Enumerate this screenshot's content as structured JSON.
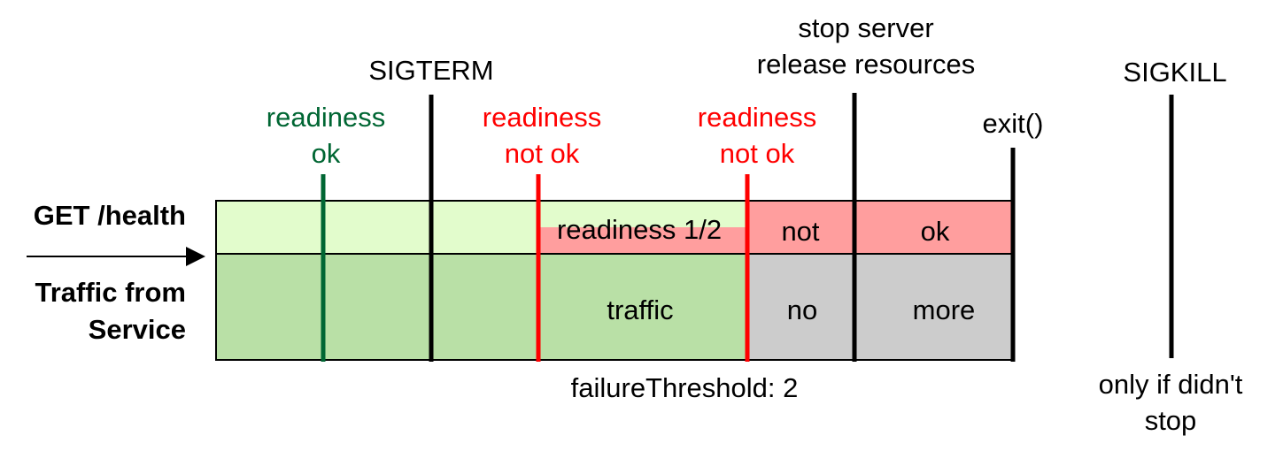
{
  "rows": {
    "health_label": "GET /health",
    "traffic_label_1": "Traffic from",
    "traffic_label_2": "Service"
  },
  "events": {
    "sigterm": "SIGTERM",
    "stop_server_1": "stop server",
    "stop_server_2": "release resources",
    "exit": "exit()",
    "sigkill": "SIGKILL",
    "sigkill_note_1": "only if didn't",
    "sigkill_note_2": "stop"
  },
  "probes": [
    {
      "line1": "readiness",
      "line2": "ok",
      "status": "ok"
    },
    {
      "line1": "readiness",
      "line2": "not ok",
      "status": "fail"
    },
    {
      "line1": "readiness",
      "line2": "not ok",
      "status": "fail"
    }
  ],
  "segments": {
    "readiness_count": "readiness 1/2",
    "not": "not",
    "ok": "ok",
    "traffic": "traffic",
    "no": "no",
    "more": "more"
  },
  "threshold": "failureThreshold: 2",
  "colors": {
    "light_green": "#e2fccc",
    "mid_green": "#b9e0a6",
    "pink": "#ff9e9e",
    "gray": "#cccccc",
    "probe_ok": "#006633",
    "probe_fail": "#ff0000",
    "black": "#000000"
  }
}
